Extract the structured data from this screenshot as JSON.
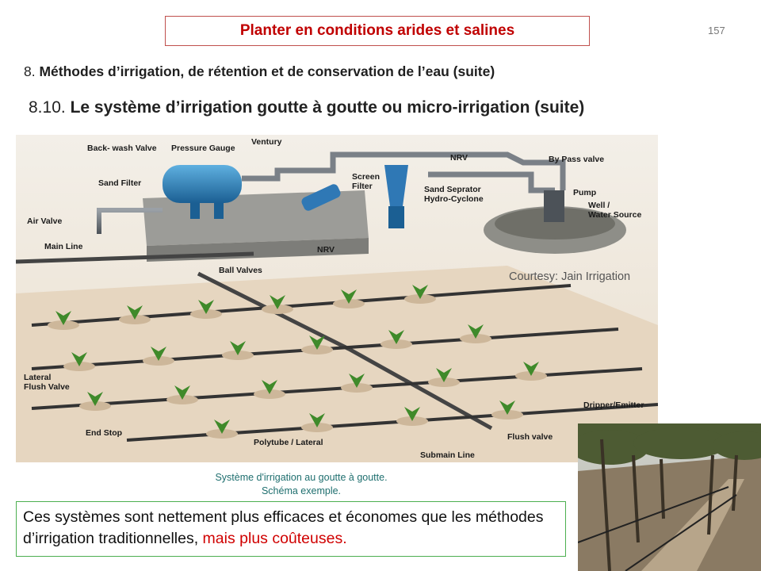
{
  "slide": {
    "title": "Planter en conditions arides et salines",
    "page_number": "157",
    "section_number": "8.",
    "section_title": "Méthodes d’irrigation, de rétention et de conservation de l’eau (suite)",
    "subsection_number": "8.10.",
    "subsection_title": "Le système d’irrigation goutte à goutte ou micro-irrigation (suite)"
  },
  "diagram": {
    "labels": {
      "backwash_valve": "Back- wash Valve",
      "pressure_gauge": "Pressure Gauge",
      "ventury": "Ventury",
      "nrv_top": "NRV",
      "by_pass_valve": "By Pass valve",
      "sand_filter": "Sand Filter",
      "screen_filter": "Screen\nFilter",
      "sand_separator": "Sand Seprator\nHydro-Cyclone",
      "pump": "Pump",
      "well": "Well /\nWater Source",
      "air_valve": "Air Valve",
      "main_line": "Main Line",
      "nrv_mid": "NRV",
      "ball_valves": "Ball Valves",
      "courtesy": "Courtesy: Jain Irrigation",
      "lateral_flush_valve": "Lateral\nFlush Valve",
      "dripper_emitter": "Dripper/Emitter",
      "end_stop": "End Stop",
      "flush_valve": "Flush valve",
      "polytube_lateral": "Polytube / Lateral",
      "submain_line": "Submain Line"
    }
  },
  "caption": {
    "line1": "Système d'irrigation au goutte à goutte.",
    "line2": "Schéma exemple."
  },
  "summary": {
    "text_normal": "Ces systèmes sont nettement plus efficaces et économes que les méthodes d’irrigation traditionnelles, ",
    "text_emphasis": "mais plus coûteuses."
  },
  "colors": {
    "title_text": "#c00000",
    "title_border": "#c0504d",
    "caption_text": "#1f6f6f",
    "summary_border": "#4caf50",
    "emphasis_text": "#d00000"
  }
}
